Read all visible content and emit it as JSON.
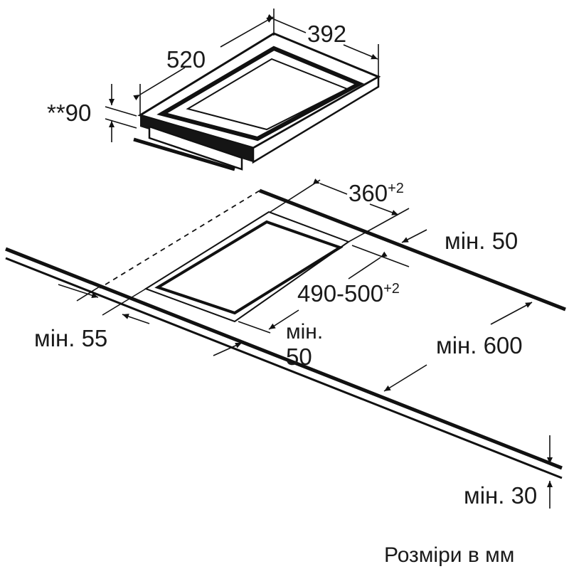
{
  "hob": {
    "width": "392",
    "depth": "520",
    "height": "**90"
  },
  "cutout": {
    "width_main": "360",
    "width_tol": "+2",
    "depth_main": "490-500",
    "depth_tol": "+2"
  },
  "clearances": {
    "back": "мін. 50",
    "side": "мін. 55",
    "front_line1": "мін.",
    "front_line2": "50",
    "wall": "мін. 600",
    "worktop": "мін. 30"
  },
  "note": "Розміри в мм"
}
